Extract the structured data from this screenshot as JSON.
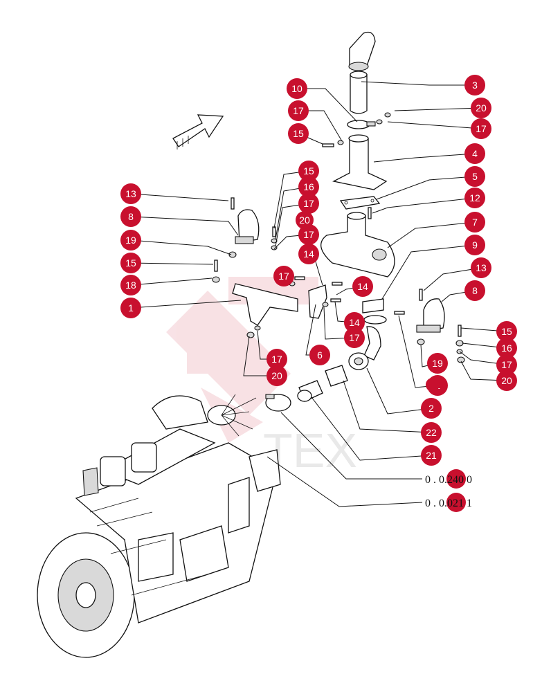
{
  "balloons": {
    "b1": "1",
    "b2": "1",
    "b3": "1",
    "b4": "2",
    "b5": "3",
    "b6": "4",
    "b7": "5",
    "b8": "6",
    "b9": "7",
    "b10": "8",
    "b11": "8",
    "b12": "9",
    "b13": "10",
    "b14": "12",
    "b15": "13",
    "b16": "13",
    "b17": "14",
    "b18": "14",
    "b19": "14",
    "b20": "15",
    "b21": "15",
    "b22": "15",
    "b23": "15",
    "b24": "16",
    "b25": "16",
    "b26": "17",
    "b27": "17",
    "b28": "17",
    "b29": "17",
    "b30": "17",
    "b31": "17",
    "b32": "17",
    "b33": "17",
    "b34": "18",
    "b35": "19",
    "b36": "19",
    "b37": "20",
    "b38": "20",
    "b39": "20",
    "b40": "20",
    "b41": "21",
    "b42": "22"
  },
  "refs": {
    "ref1": "0 . 0.240 0",
    "ref2": "0 . 0.021 1"
  },
  "watermark": "TEX"
}
